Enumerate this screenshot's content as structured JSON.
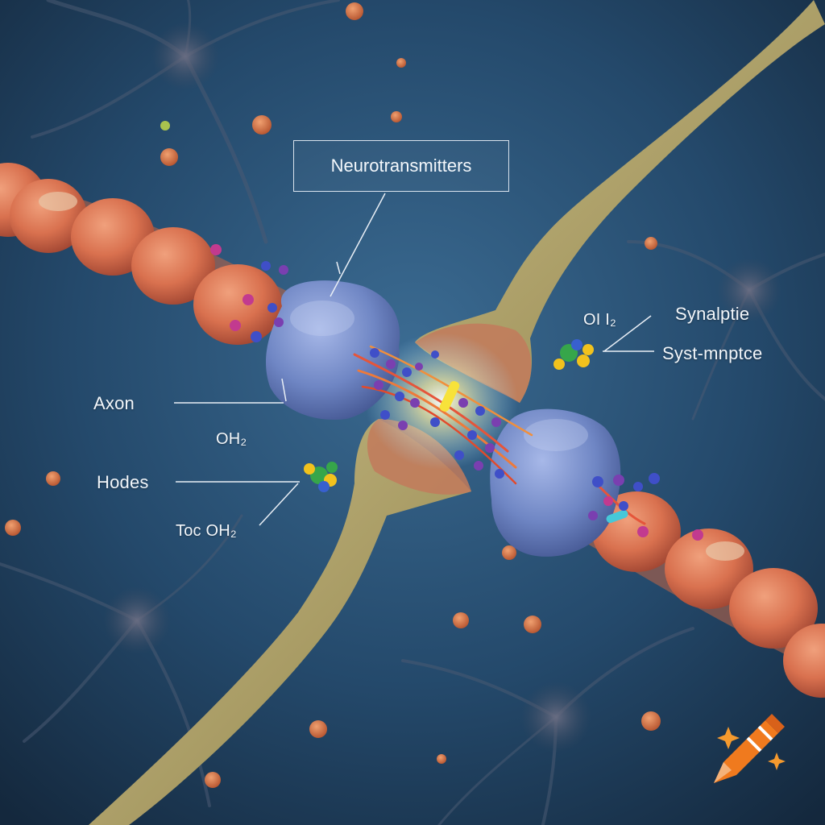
{
  "labels": {
    "title": "Neurotransmitters",
    "axon": "Axon",
    "hodes": "Hodes",
    "oh2_left": "OH₂",
    "toc_oh2": "Toc OH₂",
    "oh2_right": "OI I₂",
    "synaptic": "Synalptie",
    "syst_mnptce": "Syst-mnptce"
  },
  "colors": {
    "background_center": "#3b6b92",
    "background_edge": "#14283d",
    "myelin": "#d9714f",
    "terminal": "#6f86c4",
    "dendrite": "#a79a63",
    "molecule_blue": "#3f4fc8",
    "molecule_purple": "#7a3fb0",
    "molecule_pink": "#c23a8f",
    "glow": "#fff3a6"
  },
  "icons": {
    "watermark": "crayon-icon"
  }
}
